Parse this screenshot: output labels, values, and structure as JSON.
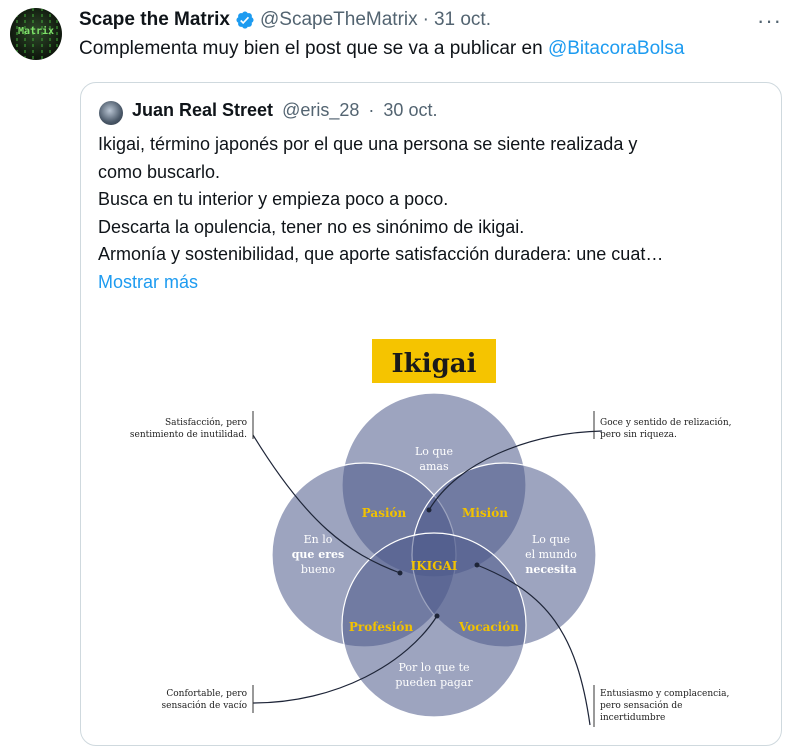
{
  "tweet": {
    "author_name": "Scape the Matrix",
    "handle": "@ScapeTheMatrix",
    "separator": "·",
    "date": "31 oct.",
    "more_label": "···",
    "avatar_text": "Matrix",
    "text_before": "Complementa muy bien el post que se va a publicar en ",
    "mention": "@BitacoraBolsa"
  },
  "quote": {
    "author_name": "Juan Real Street",
    "handle": "@eris_28",
    "separator": "·",
    "date": "30 oct.",
    "lines": [
      "Ikigai, término japonés por el que una persona se siente realizada y",
      "como buscarlo.",
      "Busca en tu interior y empieza poco a poco.",
      "Descarta la opulencia, tener no es sinónimo de ikigai.",
      "Armonía y sostenibilidad, que aporte satisfacción duradera: une cuat…"
    ],
    "show_more": "Mostrar más"
  },
  "diagram": {
    "title": "Ikigai",
    "colors": {
      "title_bg": "#f5c400",
      "circle": "#4c5a8a",
      "accent": "#f2c200"
    },
    "circles": {
      "top": [
        "Lo que",
        "amas"
      ],
      "left": [
        "En lo",
        "que eres",
        "bueno"
      ],
      "right": [
        "Lo que",
        "el mundo",
        "necesita"
      ],
      "bottom": [
        "Por lo que te",
        "pueden pagar"
      ]
    },
    "overlaps": {
      "passion": "Pasión",
      "mission": "Misión",
      "profession": "Profesión",
      "vocation": "Vocación",
      "center": "IKIGAI"
    },
    "notes": {
      "top_left": [
        "Satisfacción, pero",
        "sentimiento de inutilidad."
      ],
      "top_right": [
        "Goce y sentido de relización,",
        "pero sin riqueza."
      ],
      "bottom_left": [
        "Confortable, pero",
        "sensación de vacío"
      ],
      "bottom_right": [
        "Entusiasmo y complacencia,",
        "pero sensación de",
        "incertidumbre"
      ]
    }
  }
}
